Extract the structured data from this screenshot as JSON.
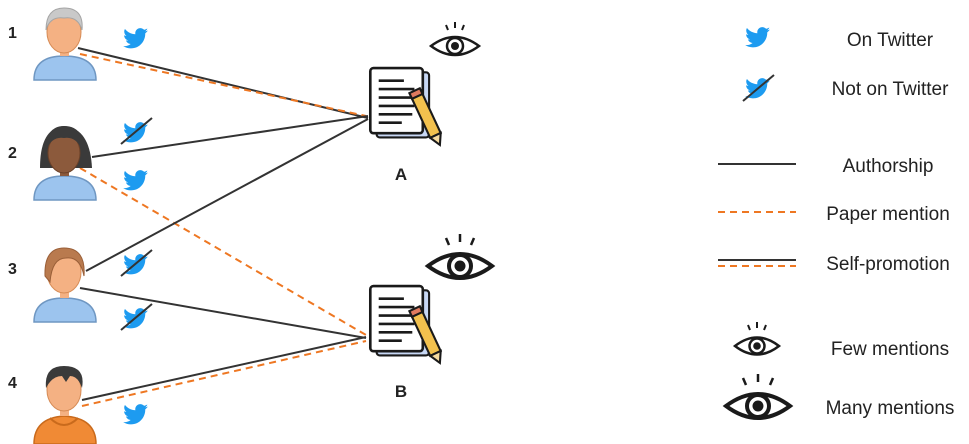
{
  "authors": [
    {
      "number": "1",
      "on_twitter": true
    },
    {
      "number": "2",
      "on_twitter": "both"
    },
    {
      "number": "3",
      "on_twitter": false
    },
    {
      "number": "4",
      "on_twitter": true
    }
  ],
  "papers": [
    {
      "label": "A",
      "mentions": "few"
    },
    {
      "label": "B",
      "mentions": "many"
    }
  ],
  "legend": {
    "on_twitter": "On Twitter",
    "not_on_twitter": "Not on Twitter",
    "authorship": "Authorship",
    "paper_mention": "Paper mention",
    "self_promotion": "Self-promotion",
    "few_mentions": "Few mentions",
    "many_mentions": "Many mentions"
  },
  "colors": {
    "authorship": "#333333",
    "mention": "#ee7722",
    "twitter": "#1d9bf0",
    "paper_outline": "#1a1a1a",
    "pencil": "#f2c14e"
  }
}
